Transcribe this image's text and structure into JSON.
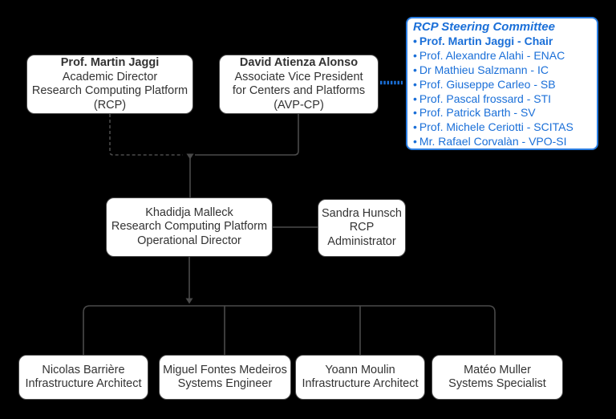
{
  "colors": {
    "background": "#000000",
    "box_fill": "#ffffff",
    "box_border": "#4d4d4d",
    "box_text": "#333333",
    "connector": "#4a4a4a",
    "committee_text": "#1a6fd8",
    "committee_border": "#2a7de1"
  },
  "boxes": {
    "academic_director": {
      "lines": [
        "Prof. Martin Jaggi",
        "Academic Director",
        "Research Computing Platform",
        "(RCP)"
      ]
    },
    "avp": {
      "lines": [
        "David Atienza Alonso",
        "Associate Vice President",
        "for Centers and Platforms",
        "(AVP-CP)"
      ]
    },
    "operational_director": {
      "lines": [
        "Khadidja Malleck",
        "Research Computing Platform",
        "Operational Director"
      ]
    },
    "administrator": {
      "lines": [
        "Sandra Hunsch",
        "RCP",
        "Administrator"
      ]
    },
    "team": [
      {
        "lines": [
          "Nicolas Barrière",
          "Infrastructure Architect"
        ]
      },
      {
        "lines": [
          "Miguel Fontes Medeiros",
          "Systems Engineer"
        ]
      },
      {
        "lines": [
          "Yoann Moulin",
          "Infrastructure Architect"
        ]
      },
      {
        "lines": [
          "Matéo Muller",
          "Systems Specialist"
        ]
      }
    ]
  },
  "committee": {
    "title": "RCP Steering Committee",
    "bullet": "•",
    "members": [
      {
        "text": "Prof. Martin Jaggi - Chair"
      },
      {
        "text": "Prof. Alexandre Alahi - ENAC"
      },
      {
        "text": "Dr Mathieu Salzmann - IC"
      },
      {
        "text": "Prof. Giuseppe Carleo - SB"
      },
      {
        "text": "Prof. Pascal frossard - STI"
      },
      {
        "text": "Prof. Patrick Barth - SV"
      },
      {
        "text": "Prof. Michele Ceriotti - SCITAS"
      },
      {
        "text": "Mr. Rafael Corvalàn - VPO-SI"
      }
    ]
  }
}
